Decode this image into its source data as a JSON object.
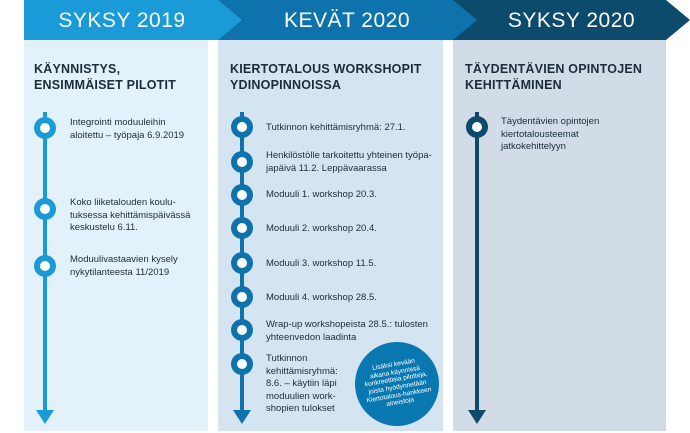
{
  "columns": [
    {
      "banner": "SYKSY 2019",
      "heading": [
        "KÄYNNISTYS,",
        "ENSIMMÄISET PILOTIT"
      ],
      "items": [
        {
          "lines": [
            "Integrointi moduuleihin",
            "aloitettu – työpaja 6.9.2019"
          ]
        },
        {
          "lines": [
            "Koko liiketalouden koulu-",
            "tuksessa kehittämispäivässä",
            "keskustelu 6.11."
          ]
        },
        {
          "lines": [
            "Moduulivastaavien kysely",
            "nykytilanteesta 11/2019"
          ]
        }
      ]
    },
    {
      "banner": "KEVÄT 2020",
      "heading": [
        "KIERTOTALOUS WORKSHOPIT",
        "YDINOPINNOISSA"
      ],
      "items": [
        {
          "lines": [
            "Tutkinnon kehittämisryhmä: 27.1."
          ]
        },
        {
          "lines": [
            "Henkilöstölle tarkoitettu yhteinen työpa-",
            "japäivä 11.2. Leppävaarassa"
          ]
        },
        {
          "lines": [
            "Moduuli 1. workshop 20.3."
          ]
        },
        {
          "lines": [
            "Moduuli 2. workshop 20.4."
          ]
        },
        {
          "lines": [
            "Moduuli 3. workshop 11.5."
          ]
        },
        {
          "lines": [
            "Moduuli 4. workshop 28.5."
          ]
        },
        {
          "lines": [
            "Wrap-up workshopeista 28.5.: tulosten",
            "yhteenvedon laadinta"
          ]
        },
        {
          "lines": [
            "Tutkinnon",
            "kehittämisryhmä:",
            "8.6. – käytiin läpi",
            "moduulien work-",
            "shopien tulokset"
          ]
        }
      ],
      "bubble": [
        "Lisäksi kevään",
        "aikana käynnissä",
        "konkreettisia pilotteja,",
        "joista hyödynnetään",
        "Kiertotalous-hankkeen",
        "aineistoja"
      ]
    },
    {
      "banner": "SYKSY 2020",
      "heading": [
        "TÄYDENTÄVIEN OPINTOJEN",
        "KEHITTÄMINEN"
      ],
      "items": [
        {
          "lines": [
            "Täydentävien opintojen",
            "kiertotalousteemat",
            "jatkokehittelyyn"
          ]
        }
      ]
    }
  ],
  "colors": {
    "banner1": "#1a9ad6",
    "banner2": "#0e72ad",
    "banner3": "#0c4b6c",
    "panel1": "#e3f1fb",
    "panel2": "#d5e4f1",
    "panel3": "#d1dce6"
  }
}
